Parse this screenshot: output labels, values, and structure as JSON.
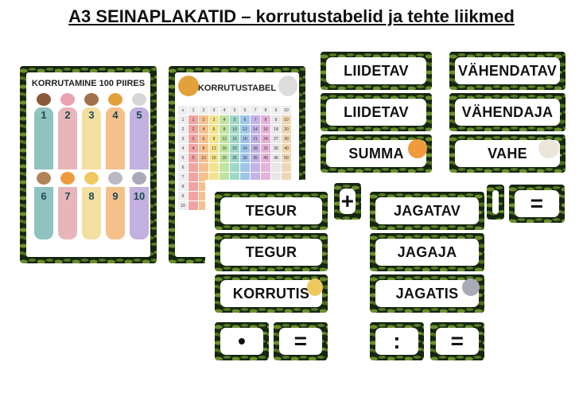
{
  "title": "A3 SEINAPLAKATID – korrutustabelid ja tehte liikmed",
  "poster1": {
    "title": "KORRUTAMINE 100 PIIRES",
    "numbers_top": [
      "1",
      "2",
      "3",
      "4",
      "5"
    ],
    "numbers_bottom": [
      "6",
      "7",
      "8",
      "9",
      "10"
    ]
  },
  "poster2": {
    "title": "KORRUTUSTABEL",
    "header": [
      "x",
      "1",
      "2",
      "3",
      "4",
      "5",
      "6",
      "7",
      "8",
      "9",
      "10"
    ],
    "rows": [
      [
        "1",
        "1",
        "2",
        "3",
        "4",
        "5",
        "6",
        "7",
        "8",
        "9",
        "10"
      ],
      [
        "2",
        "2",
        "4",
        "6",
        "8",
        "10",
        "12",
        "14",
        "16",
        "18",
        "20"
      ],
      [
        "3",
        "3",
        "6",
        "9",
        "12",
        "15",
        "18",
        "21",
        "24",
        "27",
        "30"
      ],
      [
        "4",
        "4",
        "8",
        "12",
        "16",
        "20",
        "24",
        "28",
        "32",
        "36",
        "40"
      ],
      [
        "5",
        "5",
        "10",
        "15",
        "20",
        "25",
        "30",
        "35",
        "40",
        "45",
        "50"
      ],
      [
        "6"
      ],
      [
        "7"
      ],
      [
        "8"
      ],
      [
        "9"
      ],
      [
        "10"
      ]
    ]
  },
  "cards": {
    "liidetav1": "LIIDETAV",
    "liidetav2": "LIIDETAV",
    "summa": "SUMMA",
    "vahendatav": "VÄHENDATAV",
    "vahendaja": "VÄHENDAJA",
    "vahe": "VAHE",
    "plus": "+",
    "equals_top": "=",
    "tegur1": "TEGUR",
    "tegur2": "TEGUR",
    "korrutis": "KORRUTIS",
    "dot": "•",
    "equals_mul": "=",
    "jagatav": "JAGATAV",
    "jagaja": "JAGAJA",
    "jagatis": "JAGATIS",
    "colon": ":",
    "equals_div": "="
  }
}
